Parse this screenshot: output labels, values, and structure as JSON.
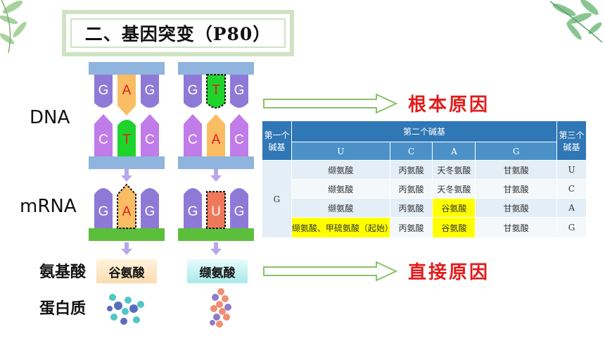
{
  "title": "二、基因突变（P80）",
  "labels": {
    "dna": "DNA",
    "mrna": "mRNA",
    "amino_acid": "氨基酸",
    "protein": "蛋白质"
  },
  "normal": {
    "dna_top": [
      "G",
      "A",
      "G"
    ],
    "dna_bottom": [
      "C",
      "T",
      "C"
    ],
    "mrna": [
      "G",
      "A",
      "G"
    ],
    "amino_acid": "谷氨酸"
  },
  "mutant": {
    "dna_top": [
      "G",
      "T",
      "G"
    ],
    "dna_bottom": [
      "C",
      "A",
      "C"
    ],
    "mrna": [
      "G",
      "U",
      "G"
    ],
    "amino_acid": "缬氨酸"
  },
  "causes": {
    "root": "根本原因",
    "direct": "直接原因"
  },
  "table": {
    "first_header": "第一个碱基",
    "second_header": "第二个碱基",
    "third_header": "第三个碱基",
    "second_bases": [
      "U",
      "C",
      "A",
      "G"
    ],
    "first_base": "G",
    "rows": [
      {
        "cells": [
          "缬氨酸",
          "丙氨酸",
          "天冬氨酸",
          "甘氨酸"
        ],
        "third": "U"
      },
      {
        "cells": [
          "缬氨酸",
          "丙氨酸",
          "天冬氨酸",
          "甘氨酸"
        ],
        "third": "C"
      },
      {
        "cells": [
          "缬氨酸",
          "丙氨酸",
          "谷氨酸",
          "甘氨酸"
        ],
        "third": "A"
      },
      {
        "cells": [
          "缬氨酸、甲硫氨酸（起始）",
          "丙氨酸",
          "谷氨酸",
          "甘氨酸"
        ],
        "third": "G"
      }
    ],
    "highlight_color": "#ffff00"
  },
  "colors": {
    "purple": "#8e7ad6",
    "magenta": "#c07ce8",
    "orange": "#fbbd63",
    "green": "#1fd32c",
    "salmon": "#f0785a",
    "blue_bar": "#8fb4de",
    "green_bar": "#5cbf3b",
    "arrow": "#8bc16a",
    "red": "#e11b1b"
  }
}
